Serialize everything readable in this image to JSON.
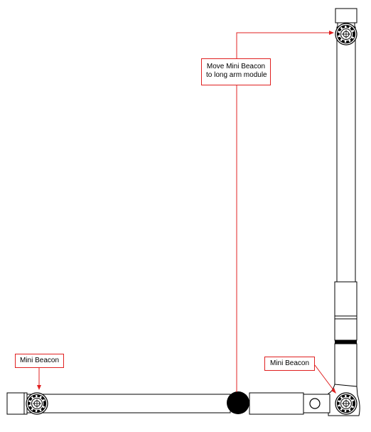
{
  "callouts": {
    "move": {
      "line1": "Move Mini Beacon",
      "line2": "to long arm module"
    },
    "left": {
      "label": "Mini Beacon"
    },
    "right": {
      "label": "Mini Beacon"
    }
  },
  "colors": {
    "callout_red": "#e02020",
    "outline": "#000000",
    "background": "#ffffff"
  },
  "icons": {
    "beacon": "mini-beacon-icon",
    "joint": "black-joint-icon",
    "hole": "hole-icon"
  }
}
